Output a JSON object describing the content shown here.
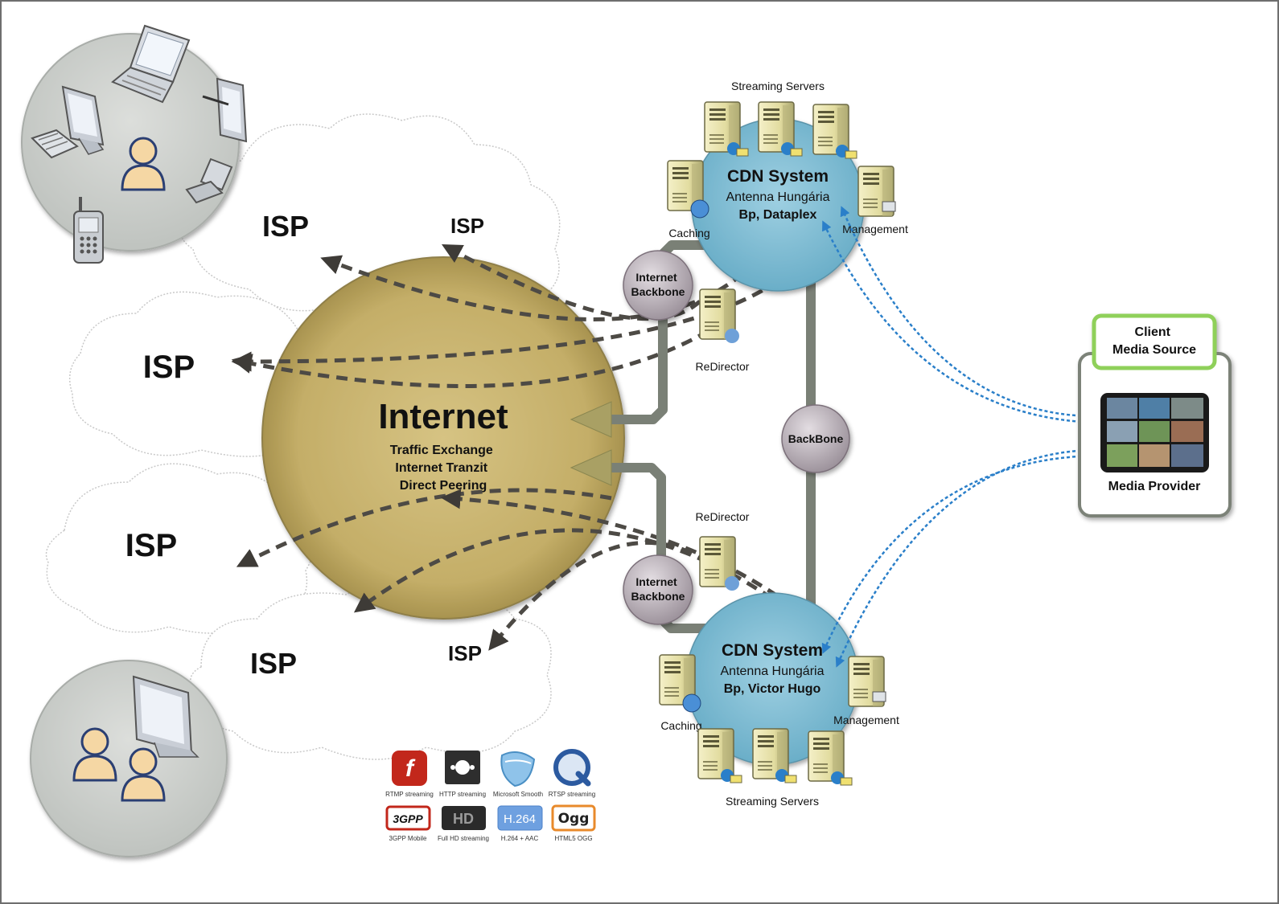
{
  "isp": {
    "top_left": "ISP",
    "top_right": "ISP",
    "middle_left": "ISP",
    "lower_left": "ISP",
    "bottom_left": "ISP",
    "bottom_right": "ISP"
  },
  "internet": {
    "title": "Internet",
    "line1": "Traffic Exchange",
    "line2": "Internet Tranzit",
    "line3": "Direct Peering"
  },
  "backbone": {
    "upper_line1": "Internet",
    "upper_line2": "Backbone",
    "lower_line1": "Internet",
    "lower_line2": "Backbone",
    "center": "BackBone"
  },
  "cdn_top": {
    "title": "CDN System",
    "org": "Antenna Hungária",
    "site": "Bp, Dataplex",
    "streaming_label": "Streaming Servers",
    "caching_label": "Caching",
    "management_label": "Management",
    "redirector_label": "ReDirector"
  },
  "cdn_bottom": {
    "title": "CDN System",
    "org": "Antenna Hungária",
    "site": "Bp, Victor Hugo",
    "streaming_label": "Streaming Servers",
    "caching_label": "Caching",
    "management_label": "Management",
    "redirector_label": "ReDirector"
  },
  "client": {
    "title_line1": "Client",
    "title_line2": "Media Source",
    "provider": "Media Provider"
  },
  "formats": [
    {
      "icon": "flash-icon",
      "caption": "RTMP streaming"
    },
    {
      "icon": "apple-icon",
      "caption": "HTTP streaming"
    },
    {
      "icon": "silverlight-icon",
      "caption": "Microsoft Smooth"
    },
    {
      "icon": "quicktime-icon",
      "caption": "RTSP streaming"
    },
    {
      "icon": "3gp-icon",
      "label": "3GPP",
      "caption": "3GPP Mobile"
    },
    {
      "icon": "hd-icon",
      "label": "HD",
      "caption": "Full HD streaming"
    },
    {
      "icon": "h264-icon",
      "label": "H.264",
      "caption": "H.264 + AAC"
    },
    {
      "icon": "ogg-icon",
      "label": "Ogg",
      "caption": "HTML5 OGG"
    }
  ],
  "colors": {
    "internet_fill": "#c8b46e",
    "cdn_fill": "#7fbcd2",
    "pipe": "#7a8076",
    "dash": "#4d4a45",
    "blue_dash": "#2a7fc9",
    "client_border": "#8fd05a",
    "device_circle": "#cfd2cf"
  }
}
